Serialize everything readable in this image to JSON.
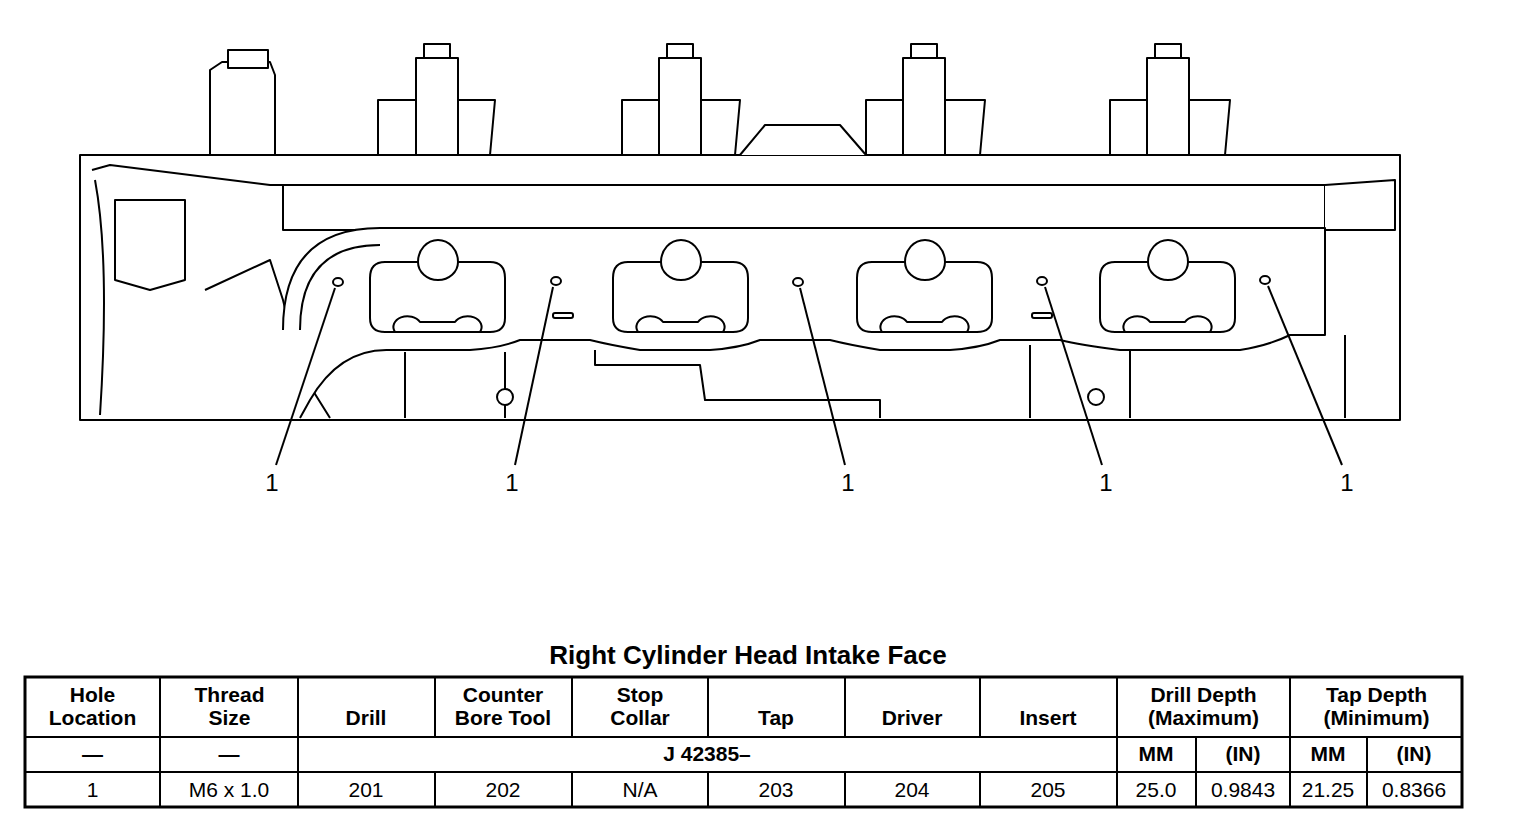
{
  "diagram": {
    "title": "Right Cylinder Head Intake Face",
    "labels": [
      "1",
      "1",
      "1",
      "1",
      "1",
      "Hole Location",
      "Thread Size",
      "Drill",
      "Counter Bore Tool",
      "Stop Collar",
      "Tap",
      "Driver",
      "Insert",
      "Drill Depth (Maximum)",
      "Tap Depth (Minimum)",
      "—",
      "—",
      "J 42385–",
      "MM",
      "(IN)",
      "MM",
      "(IN)",
      "1",
      "M6 x 1.0",
      "201",
      "202",
      "N/A",
      "203",
      "204",
      "205",
      "25.0",
      "0.9843",
      "21.25",
      "0.8366"
    ]
  }
}
